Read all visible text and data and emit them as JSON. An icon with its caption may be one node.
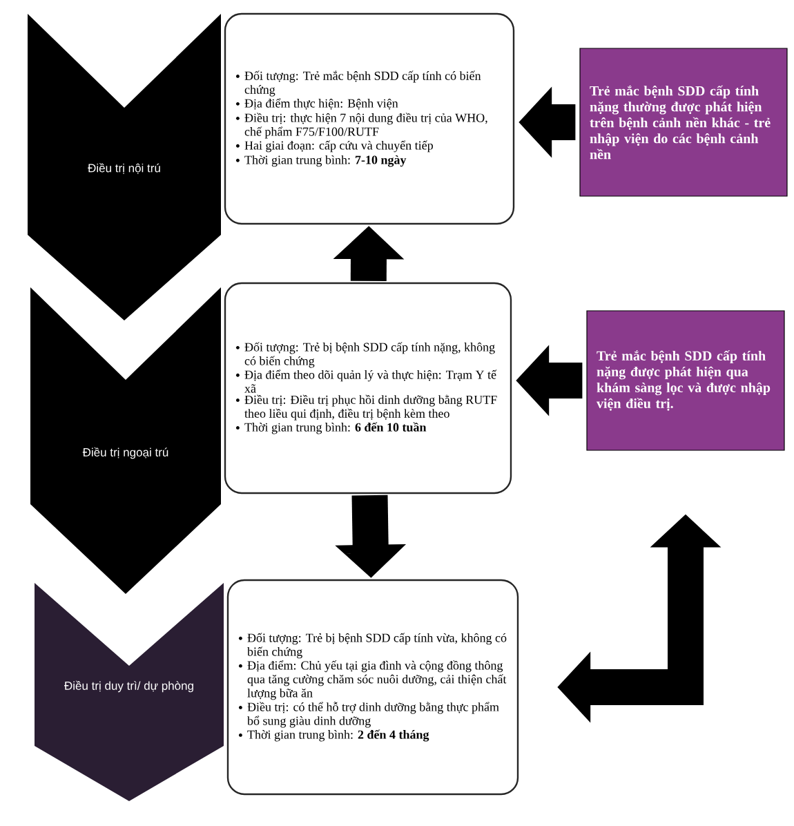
{
  "diagram": {
    "nodes": [
      {
        "text": [
          "Điều trị nội trú"
        ]
      },
      {
        "text": [
          "Đối tượng: Trẻ mắc bệnh SDD cấp tính có biến chứng",
          "Địa điểm thực hiện: Bệnh viện",
          "Điều trị: thực hiện 7 nội dung điều trị của WHO, chế phẩm F75/F100/RUTF",
          "Hai giai đoạn: cấp cứu và chuyển tiếp",
          "Thời gian trung bình: **7-10 ngày**"
        ]
      },
      {
        "text": [
          "Điều trị ngoại trú"
        ]
      },
      {
        "text": [
          "Đối tượng: Trẻ bị bệnh SDD cấp tính nặng, không có biến chứng",
          "Địa điểm theo dõi quản lý và thực hiện: Trạm Y tế xã",
          "Điều trị:  Điều trị phục hồi dinh dưỡng bằng RUTF theo liều qui định, điều trị bệnh kèm theo",
          "Thời gian trung bình: **6 đến 10 tuần**"
        ]
      },
      {
        "text": [
          "Điều trị duy trì/ dự phòng"
        ]
      },
      {
        "text": [
          "Đối tượng: Trẻ bị bệnh SDD cấp tính vừa, không có biến chứng",
          "Địa điểm: Chủ yếu  tại gia đình  và cộng đồng thông qua tăng cường chăm sóc nuôi dưỡng, cải thiện chất lượng bữa ăn",
          "Điều trị: có thể hỗ trợ dinh dưỡng bằng thực phẩm bổ sung giàu dinh dưỡng",
          "Thời gian trung bình: **2 đến 4 tháng**"
        ]
      },
      {
        "text": [
          "Trẻ mắc bệnh SDD cấp tính nặng thường được phát hiện trên bệnh cảnh nền khác - trẻ nhập viện do các bệnh cảnh nền"
        ]
      },
      {
        "text": [
          "Trẻ mắc bệnh SDD cấp tính nặng được phát hiện qua khám sàng lọc và được nhập viện điều trị."
        ]
      }
    ],
    "edges": [
      {
        "from": 6,
        "to": 1,
        "arrow": "to"
      },
      {
        "from": 3,
        "to": 1,
        "arrow": "to"
      },
      {
        "from": 7,
        "to": 3,
        "arrow": "to"
      },
      {
        "from": 3,
        "to": 5,
        "arrow": "to"
      },
      {
        "from": 5,
        "to": 7,
        "arrow": "both"
      }
    ]
  }
}
